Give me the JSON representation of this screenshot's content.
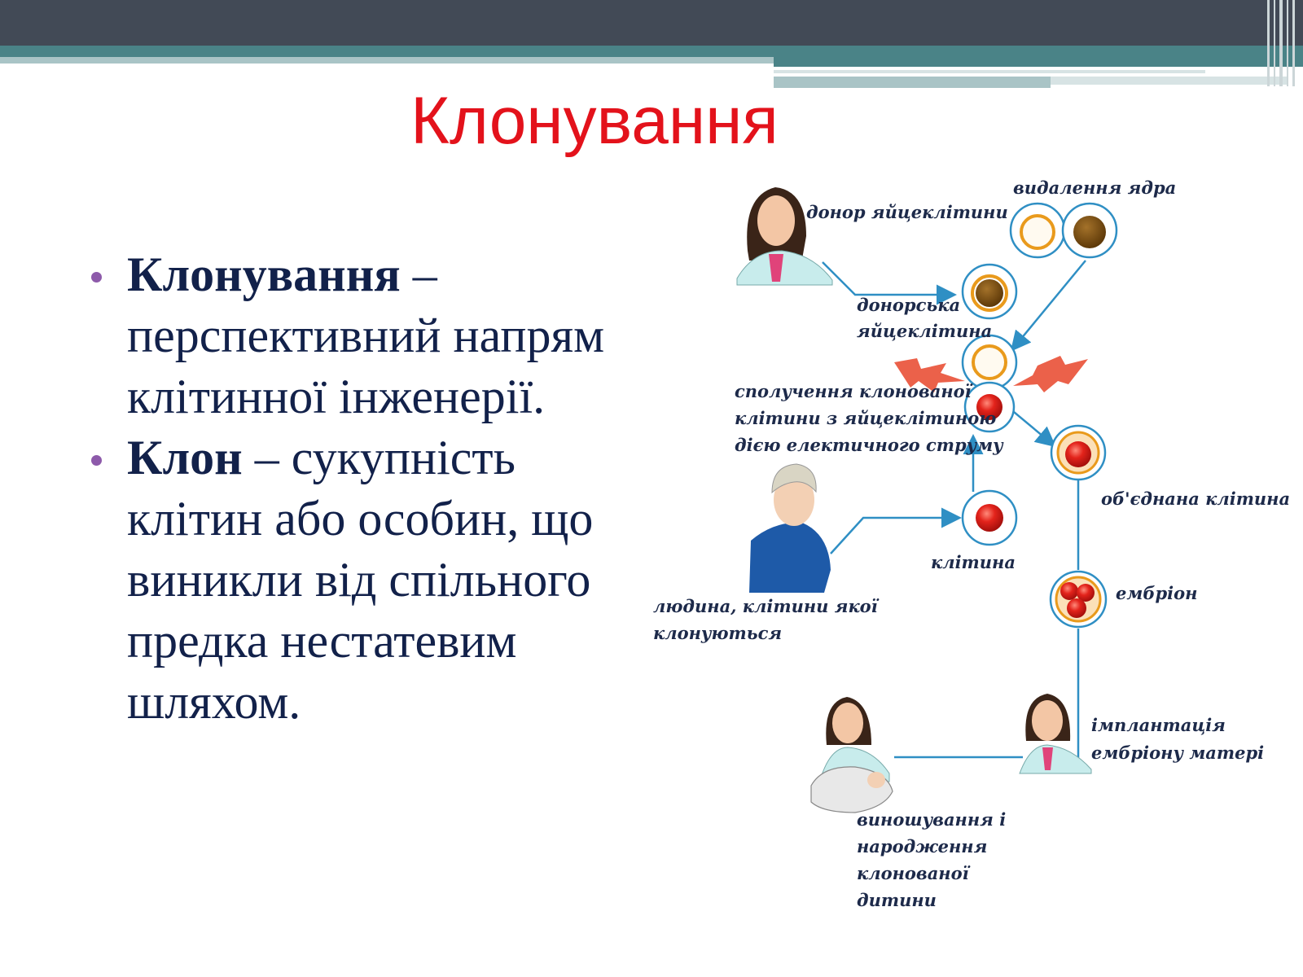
{
  "slide": {
    "title": "Клонування"
  },
  "bullets": [
    {
      "term": "Клонування",
      "text": " – перспективний напрям клітинної інженерії."
    },
    {
      "term": "Клон",
      "text": " – сукупність клітин або особин, що виникли від спільного предка нестатевим шляхом."
    }
  ],
  "diagram": {
    "labels": {
      "egg_donor": "донор яйцеклітини",
      "nucleus_removal": "видалення ядра",
      "donor_egg_l1": "донорська",
      "donor_egg_l2": "яйцеклітина",
      "fusion_l1": "сполучення клонованої",
      "fusion_l2": "клітини з яйцеклітиною",
      "fusion_l3": "дією електичного струму",
      "combined_cell": "об'єднана клітина",
      "cell": "клітина",
      "embryo": "ембріон",
      "person_l1": "людина, клітини якої",
      "person_l2": "клонуються",
      "implant_l1": "імплантація",
      "implant_l2": "ембріону матері",
      "birth_l1": "виношування і",
      "birth_l2": "народження",
      "birth_l3": "клонованої",
      "birth_l4": "дитини"
    },
    "colors": {
      "arrow": "#2f8fc4",
      "cell_outline": "#2f8fc4",
      "nucleus_dark": "#7a4b10",
      "nucleus_ring": "#e99a1c",
      "red_cell": "#e3231b",
      "spark": "#e8452a"
    }
  }
}
